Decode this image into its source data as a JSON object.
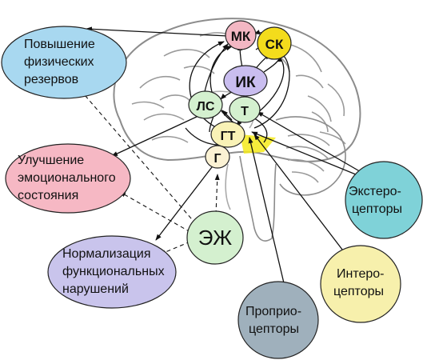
{
  "diagram": {
    "outcomes": {
      "reserves": [
        "Повышение",
        "физических",
        "резервов"
      ],
      "emotional": [
        "Улучшение",
        "эмоционального",
        "состояния"
      ],
      "normalization": [
        "Нормализация",
        "функциональных",
        "нарушений"
      ]
    },
    "source": "ЭЖ",
    "receptors": {
      "extero": [
        "Экстеро-",
        "цепторы"
      ],
      "intero": [
        "Интеро-",
        "цепторы"
      ],
      "proprio": [
        "Проприо-",
        "цепторы"
      ]
    },
    "brain_nodes": {
      "mk": "МК",
      "sk": "СК",
      "ik": "ИК",
      "ls": "ЛС",
      "t": "Т",
      "gt": "ГТ",
      "g": "Г"
    }
  },
  "colors": {
    "reserves": "#a8d8f0",
    "emotional": "#f6b8c4",
    "normalization": "#c9c4ec",
    "source": "#d4f0cf",
    "extero": "#7fd2d8",
    "intero": "#f7f0ac",
    "proprio": "#9fb0bc",
    "mk": "#f3b7c3",
    "sk": "#f3dc1c",
    "ik": "#c9bdef",
    "ls": "#d4f0cf",
    "t": "#d4f0cf",
    "gt": "#f9f2b6",
    "g": "#fbf2d4"
  }
}
